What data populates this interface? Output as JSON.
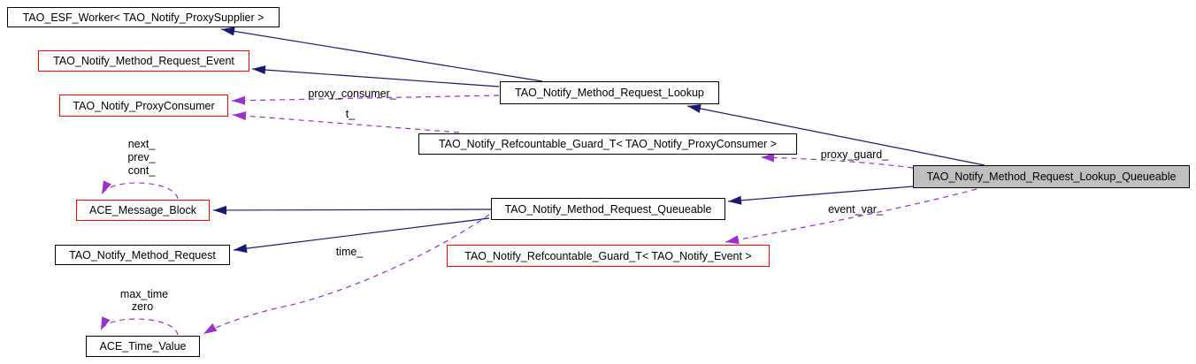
{
  "colors": {
    "inheritance_edge": "#191970",
    "usage_edge": "#9932cc",
    "node_border": "#000000",
    "emphasis_node_border": "#ff0000",
    "node_fill": "#ffffff",
    "focus_node_fill": "#bfbfbf",
    "background": "#ffffff",
    "text": "#000000"
  },
  "nodes": {
    "esf_worker": {
      "label": "TAO_ESF_Worker< TAO_Notify_ProxySupplier >"
    },
    "method_request_event": {
      "label": "TAO_Notify_Method_Request_Event"
    },
    "proxy_consumer": {
      "label": "TAO_Notify_ProxyConsumer"
    },
    "method_request_lookup": {
      "label": "TAO_Notify_Method_Request_Lookup"
    },
    "refguard_proxy_consumer": {
      "label": "TAO_Notify_Refcountable_Guard_T< TAO_Notify_ProxyConsumer >"
    },
    "ace_message_block": {
      "label": "ACE_Message_Block"
    },
    "method_request_queueable": {
      "label": "TAO_Notify_Method_Request_Queueable"
    },
    "method_request": {
      "label": "TAO_Notify_Method_Request"
    },
    "refguard_event": {
      "label": "TAO_Notify_Refcountable_Guard_T< TAO_Notify_Event >"
    },
    "ace_time_value": {
      "label": "ACE_Time_Value"
    },
    "lookup_queueable": {
      "label": "TAO_Notify_Method_Request_Lookup_Queueable"
    }
  },
  "edge_labels": {
    "proxy_consumer": "proxy_consumer_",
    "t": "t_",
    "proxy_guard": "proxy_guard_",
    "event_var": "event_var_",
    "time": "time_",
    "message_block_self": [
      "next_",
      "prev_",
      "cont_"
    ],
    "time_value_self": [
      "max_time",
      "zero"
    ]
  }
}
